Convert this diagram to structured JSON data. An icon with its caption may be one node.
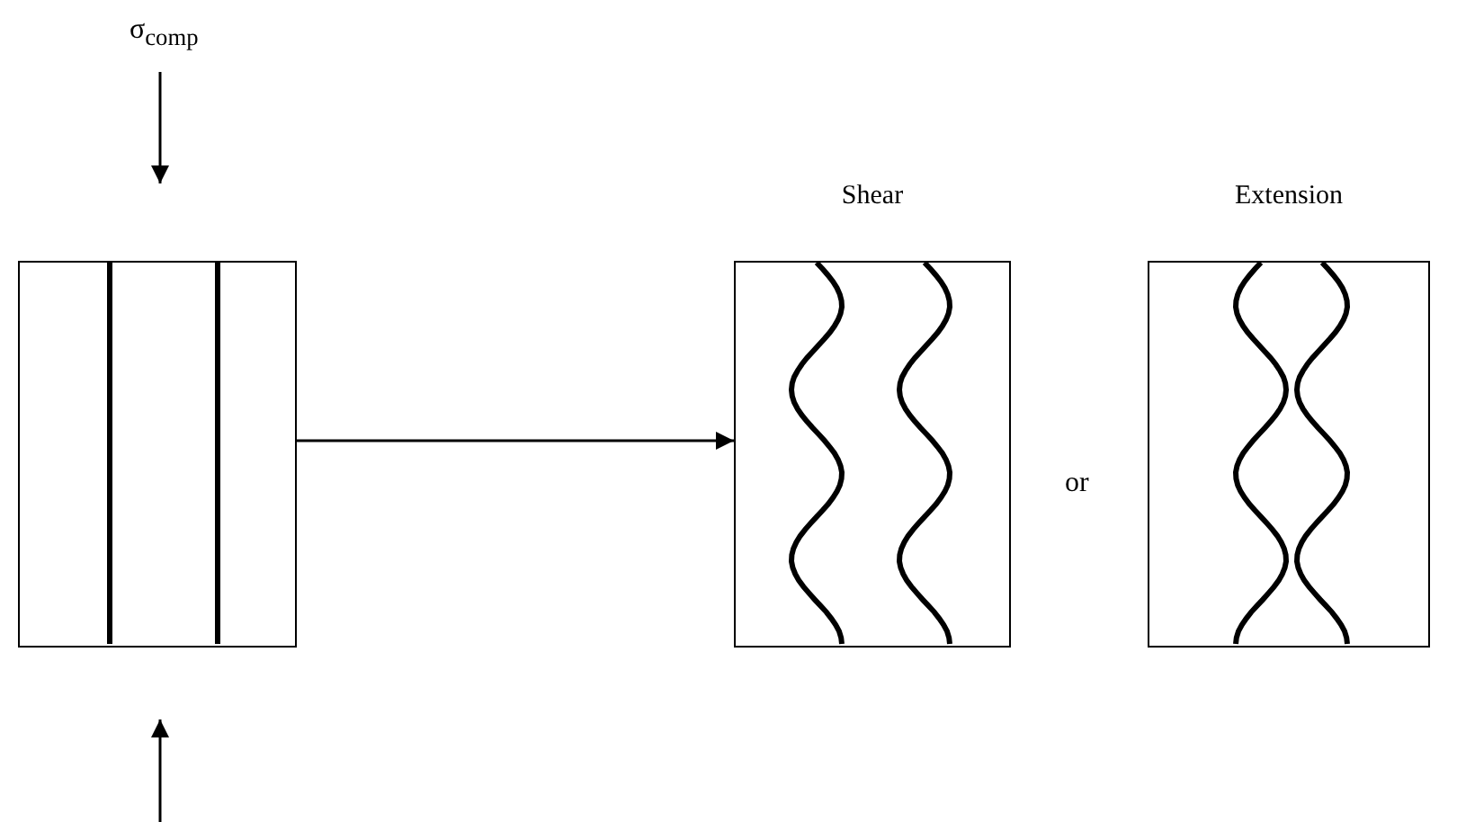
{
  "diagram": {
    "nodes": [
      {
        "text": [],
        "shape": "box"
      },
      {
        "text": [
          "Shear"
        ]
      },
      {
        "text": [
          "Extension"
        ]
      }
    ],
    "edges": [
      {
        "from": 0,
        "to": 1,
        "arrow": "to"
      }
    ],
    "labels": [
      "σ$_{comp}$",
      "or"
    ]
  }
}
